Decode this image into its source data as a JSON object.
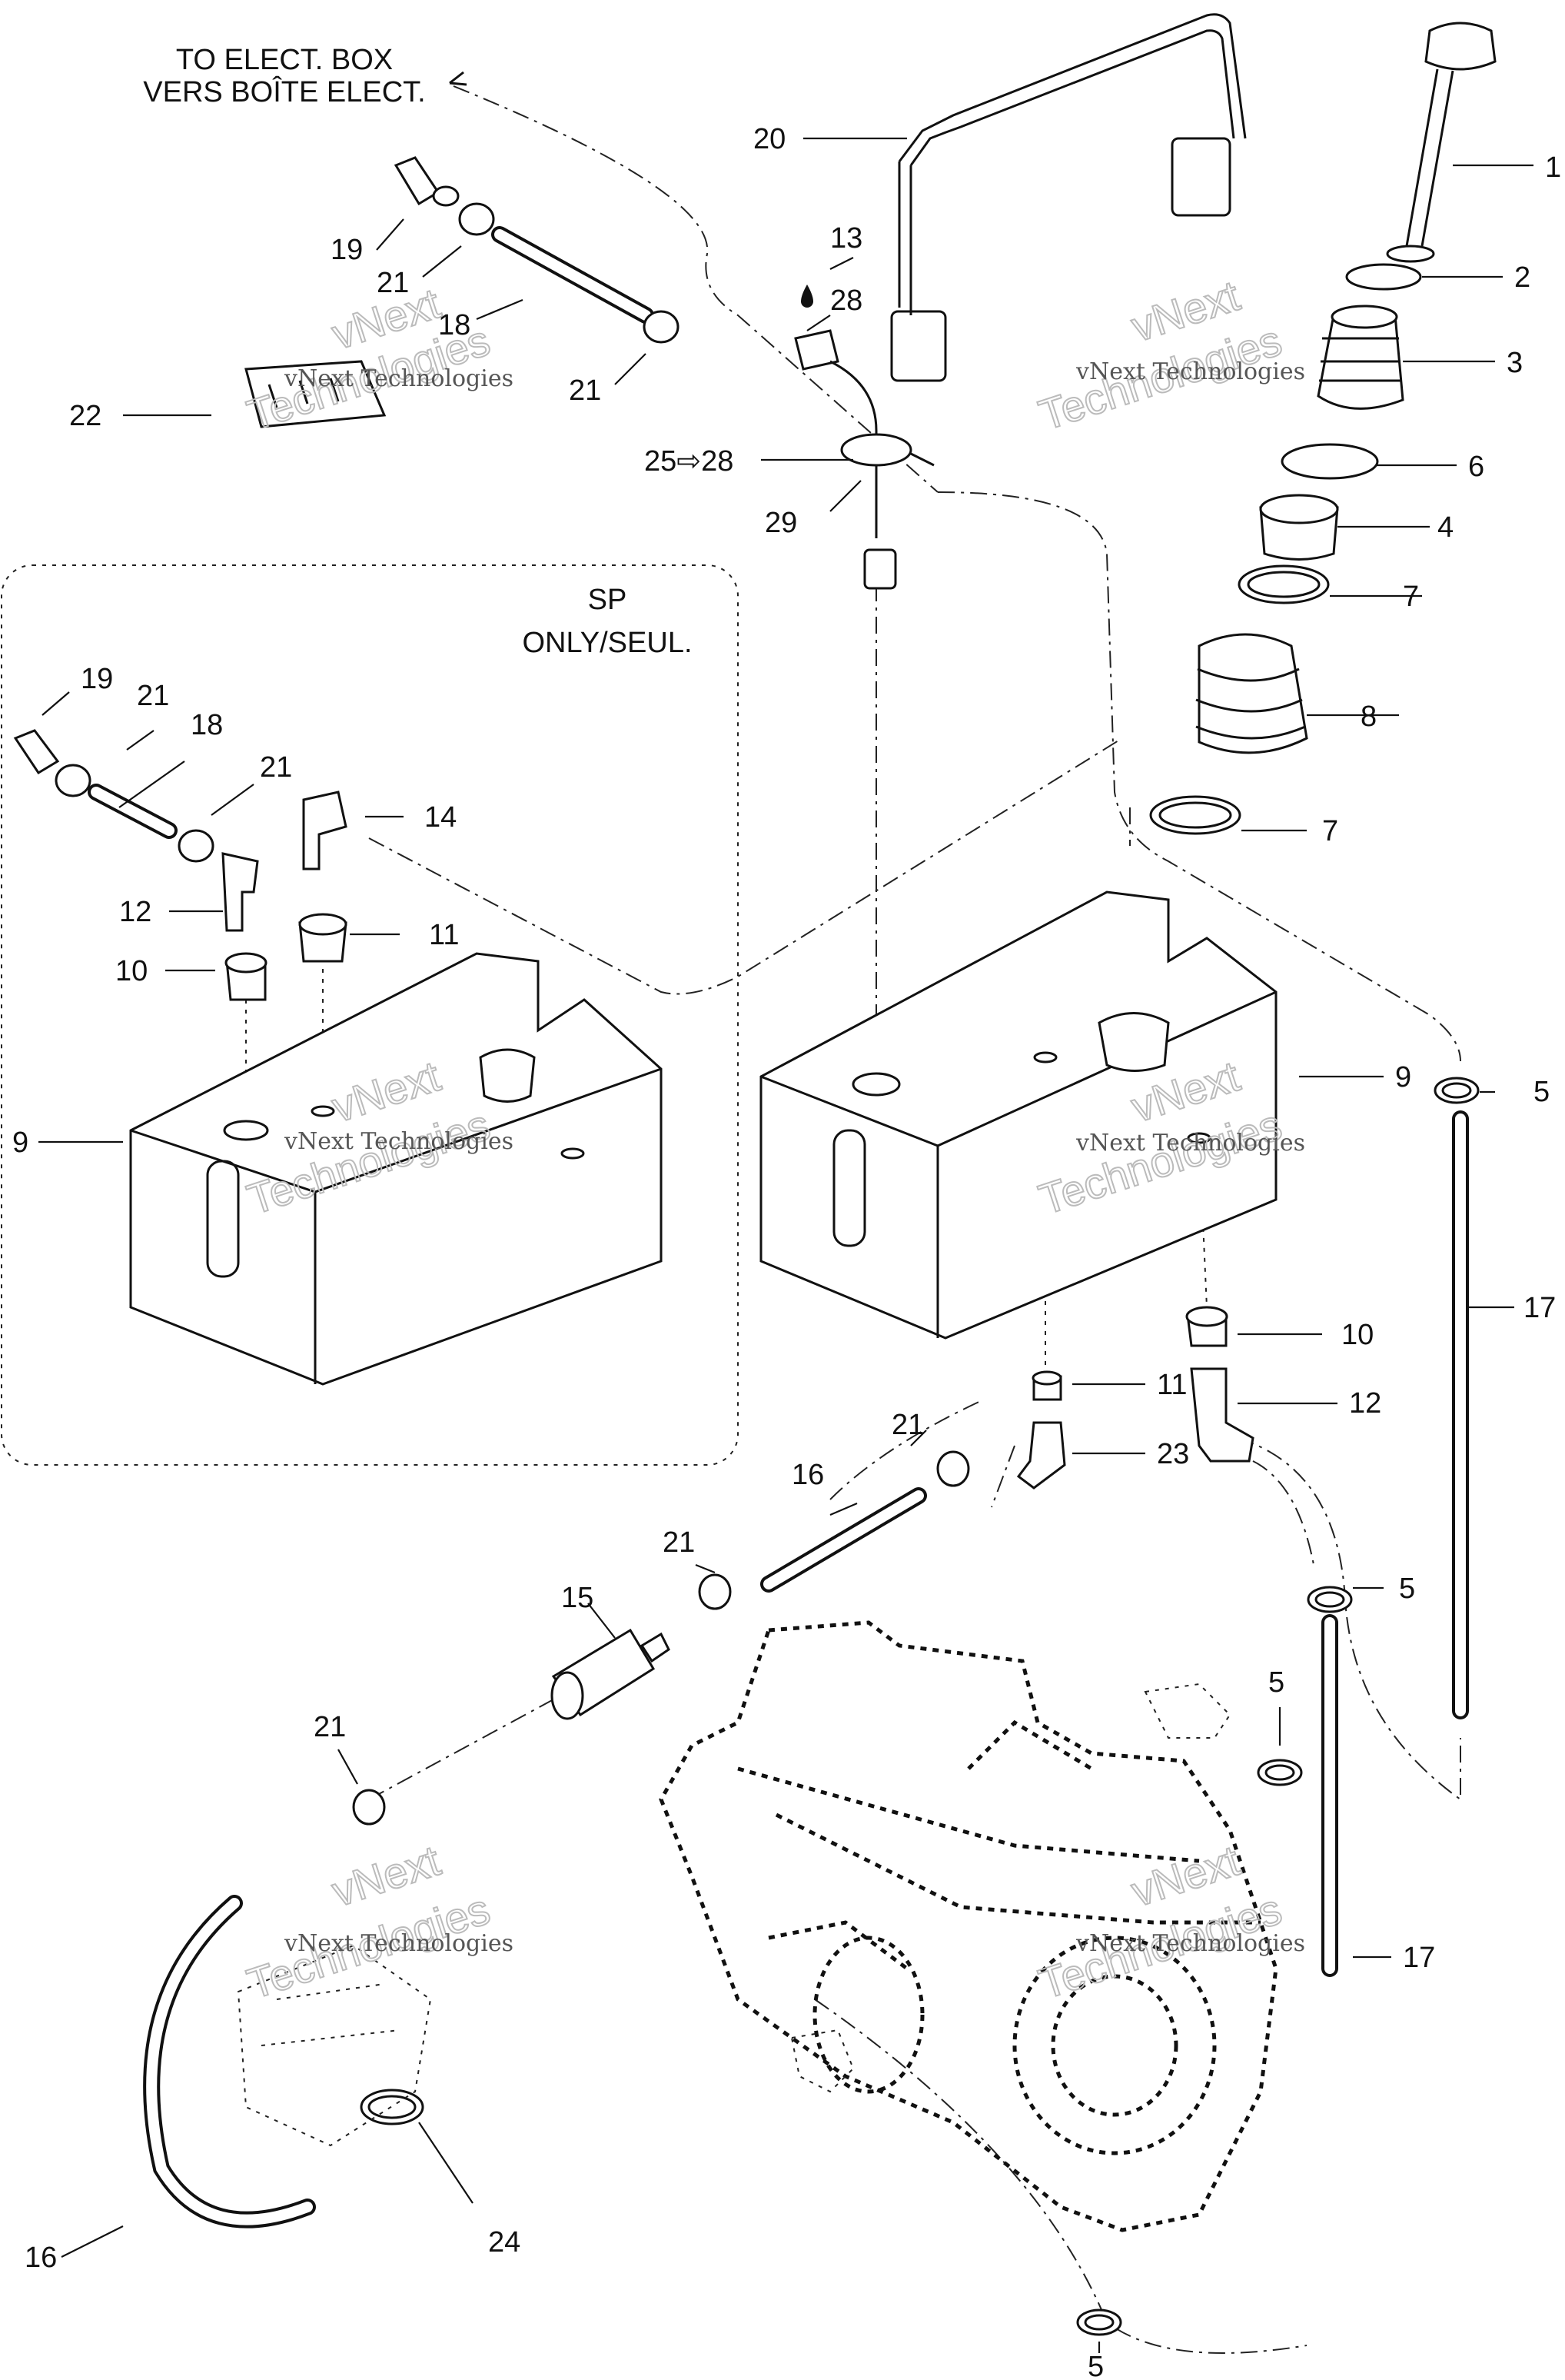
{
  "header": {
    "to_elect_box_line1": "TO ELECT. BOX",
    "to_elect_box_line2": "VERS BOÎTE ELECT.",
    "sp_line1": "SP",
    "sp_line2": "ONLY/SEUL."
  },
  "watermark": {
    "text_small": "vNext Technologies",
    "text_big_1": "vNext",
    "text_big_2": "Technologies"
  },
  "callouts": {
    "c1": "1",
    "c2": "2",
    "c3": "3",
    "c4": "4",
    "c5": "5",
    "c6": "6",
    "c7": "7",
    "c8": "8",
    "c9": "9",
    "c10": "10",
    "c11": "11",
    "c12": "12",
    "c13": "13",
    "c14": "14",
    "c15": "15",
    "c16": "16",
    "c17": "17",
    "c18": "18",
    "c19": "19",
    "c20": "20",
    "c21": "21",
    "c22": "22",
    "c23": "23",
    "c24": "24",
    "c25": "25⇨28",
    "c28": "28",
    "c29": "29"
  }
}
